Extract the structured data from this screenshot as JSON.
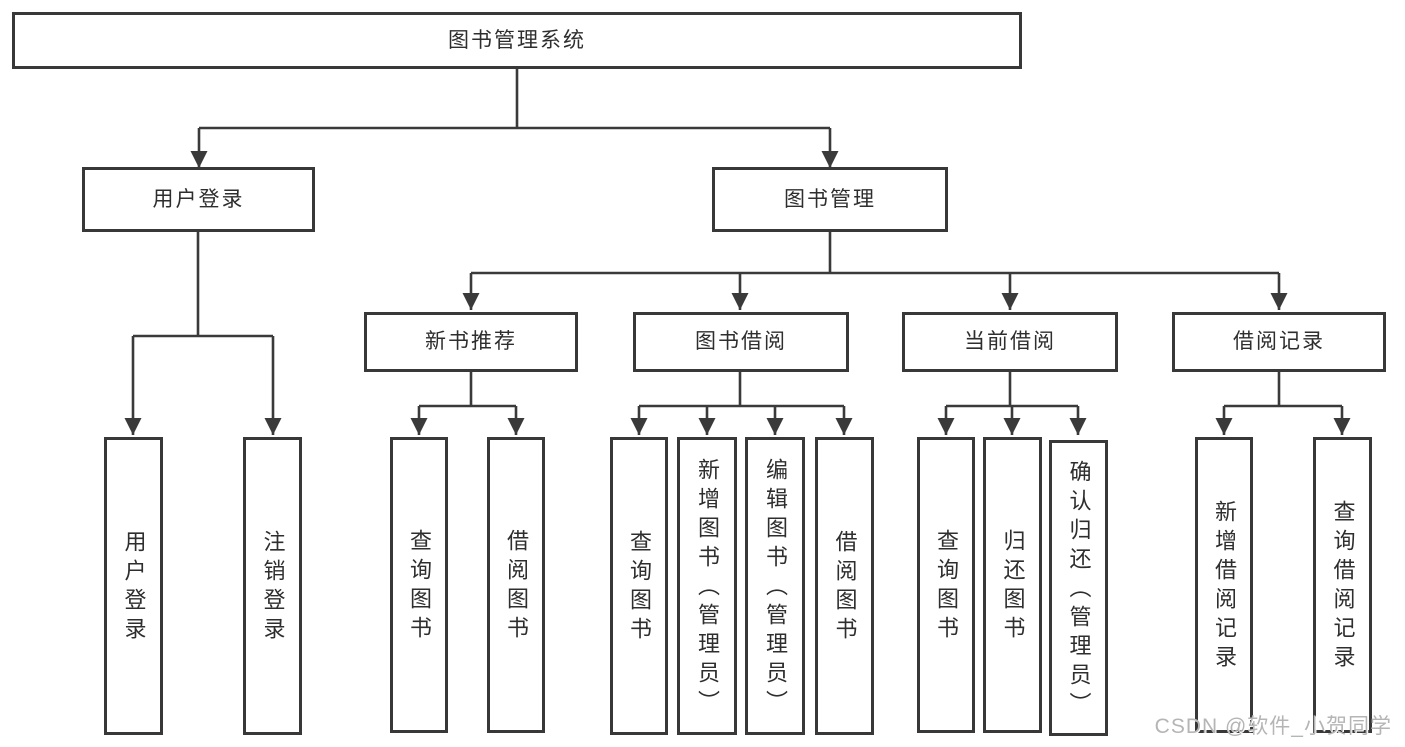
{
  "diagram": {
    "root": {
      "label": "图书管理系统"
    },
    "branches": [
      {
        "label": "用户登录",
        "children": [
          {
            "label": "用户登录"
          },
          {
            "label": "注销登录"
          }
        ]
      },
      {
        "label": "图书管理",
        "children": [
          {
            "label": "新书推荐",
            "children": [
              {
                "label": "查询图书"
              },
              {
                "label": "借阅图书"
              }
            ]
          },
          {
            "label": "图书借阅",
            "children": [
              {
                "label": "查询图书"
              },
              {
                "label": "新增图书（管理员）"
              },
              {
                "label": "编辑图书（管理员）"
              },
              {
                "label": "借阅图书"
              }
            ]
          },
          {
            "label": "当前借阅",
            "children": [
              {
                "label": "查询图书"
              },
              {
                "label": "归还图书"
              },
              {
                "label": "确认归还（管理员）"
              }
            ]
          },
          {
            "label": "借阅记录",
            "children": [
              {
                "label": "新增借阅记录"
              },
              {
                "label": "查询借阅记录"
              }
            ]
          }
        ]
      }
    ]
  },
  "watermark": {
    "text": "CSDN @软件_小贺同学"
  },
  "colors": {
    "line": "#3a3a3a",
    "box_border": "#383838",
    "text": "#2e2e2e",
    "watermark": "#b5b5b5",
    "background": "#ffffff"
  }
}
